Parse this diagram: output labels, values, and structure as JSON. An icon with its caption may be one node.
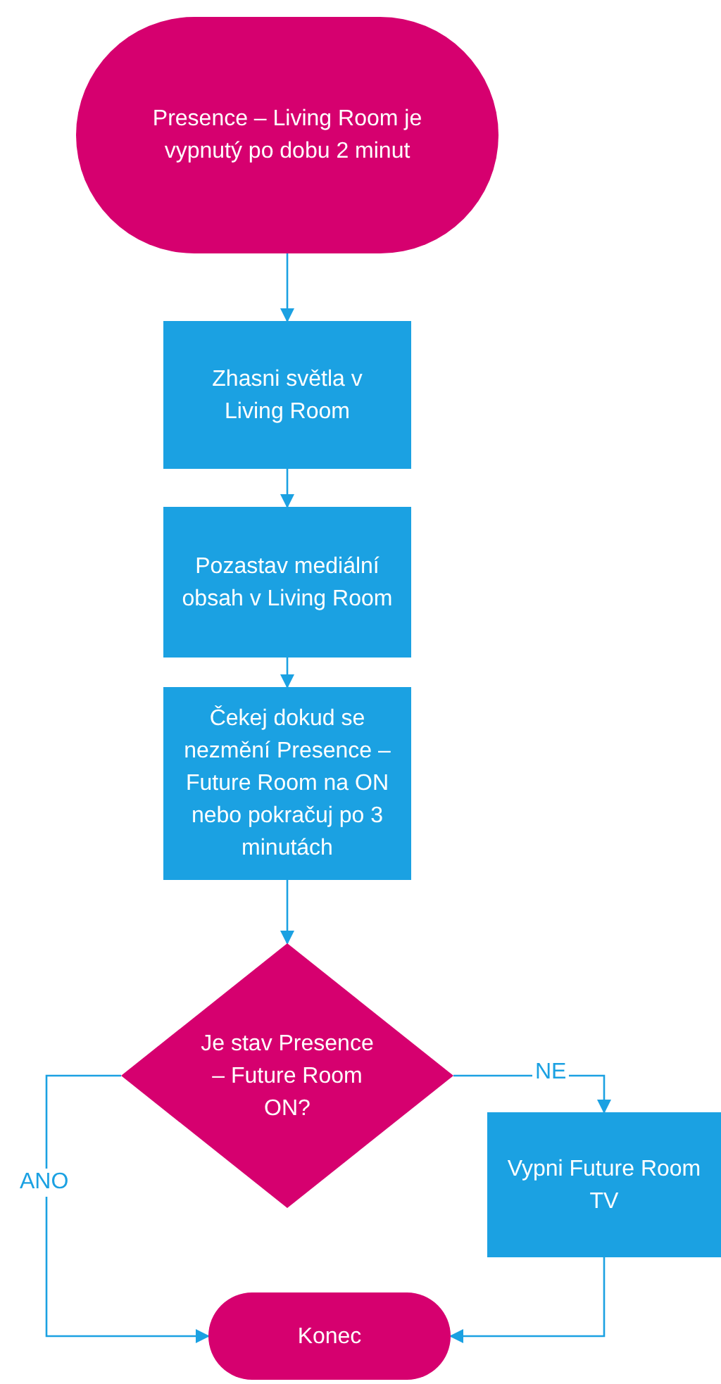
{
  "diagram": {
    "nodes": [
      {
        "text": [
          "Presence – Living Room je vypnutý po dobu 2 minut"
        ]
      },
      {
        "text": [
          "Zhasni světla v Living Room"
        ]
      },
      {
        "text": [
          "Pozastav mediální obsah v Living Room"
        ]
      },
      {
        "text": [
          "Čekej dokud se nezmění Presence – Future Room na ON nebo pokračuj po 3 minutách"
        ]
      },
      {
        "text": [
          "Je stav Presence – Future Room ON?"
        ]
      },
      {
        "text": [
          "Vypni Future Room TV"
        ]
      },
      {
        "text": [
          "Konec"
        ]
      }
    ],
    "edges": [
      {
        "from": 0,
        "to": 1,
        "arrow": "to"
      },
      {
        "from": 1,
        "to": 2,
        "arrow": "to"
      },
      {
        "from": 2,
        "to": 3,
        "arrow": "to"
      },
      {
        "from": 3,
        "to": 4,
        "arrow": "to"
      },
      {
        "from": 4,
        "to": 5,
        "arrow": "to",
        "label": "NE"
      },
      {
        "from": 4,
        "to": 6,
        "arrow": "to",
        "label": "ANO"
      },
      {
        "from": 5,
        "to": 6,
        "arrow": "to"
      }
    ]
  }
}
